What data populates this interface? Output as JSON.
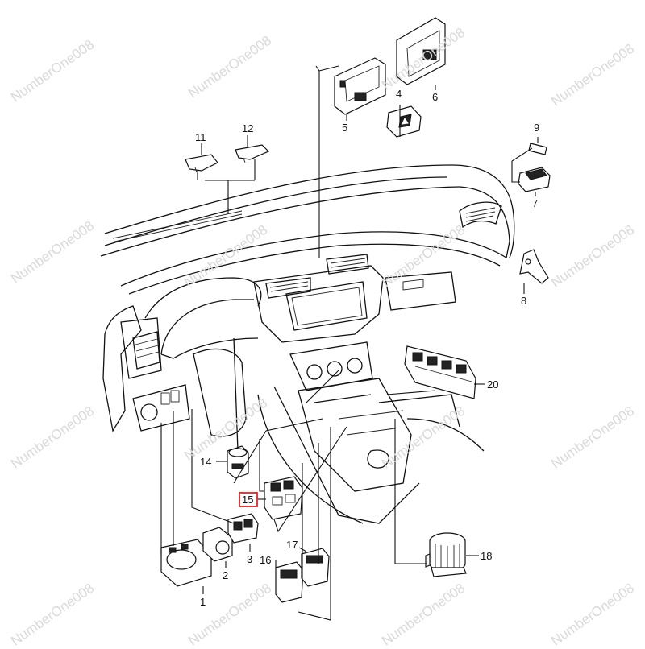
{
  "watermark": "NumberOne008",
  "callouts": [
    {
      "id": "1",
      "label": "1"
    },
    {
      "id": "2",
      "label": "2"
    },
    {
      "id": "3",
      "label": "3"
    },
    {
      "id": "4",
      "label": "4"
    },
    {
      "id": "5",
      "label": "5"
    },
    {
      "id": "6",
      "label": "6"
    },
    {
      "id": "7",
      "label": "7"
    },
    {
      "id": "8",
      "label": "8"
    },
    {
      "id": "9",
      "label": "9"
    },
    {
      "id": "11",
      "label": "11"
    },
    {
      "id": "12",
      "label": "12"
    },
    {
      "id": "14",
      "label": "14"
    },
    {
      "id": "15",
      "label": "15",
      "highlighted": true
    },
    {
      "id": "16",
      "label": "16"
    },
    {
      "id": "17",
      "label": "17"
    },
    {
      "id": "18",
      "label": "18"
    },
    {
      "id": "20",
      "label": "20"
    }
  ],
  "colors": {
    "highlight": "#e8201f",
    "line": "#111111",
    "watermark": "#d9d9d9"
  }
}
